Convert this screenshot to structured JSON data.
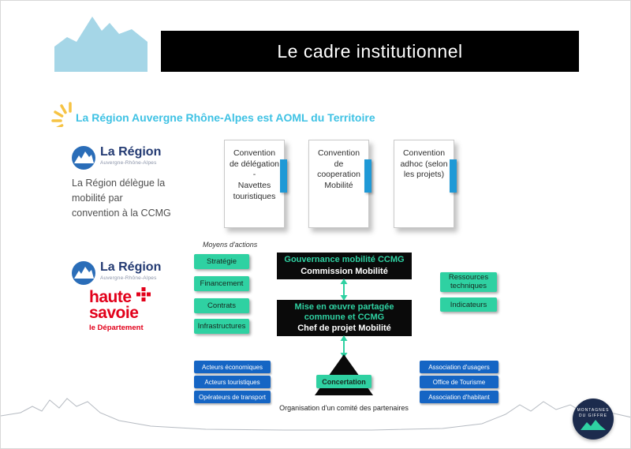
{
  "slide": {
    "title": "Le cadre institutionnel"
  },
  "region_logo": {
    "name": "La Région",
    "sub": "Auvergne-Rhône-Alpes"
  },
  "aoml": {
    "heading": "La Région Auvergne Rhône-Alpes est AOML du Territoire",
    "note": "La Région délègue la\nmobilité par\nconvention à la CCMG",
    "conventions": [
      "Convention\nde délégation\n-\nNavettes\ntouristiques",
      "Convention\nde\ncooperation\nMobilité",
      "Convention\nadhoc (selon\nles projets)"
    ]
  },
  "governance": {
    "moyens_label": "Moyens d'actions",
    "moyens": [
      "Stratégie",
      "Financement",
      "Contrats",
      "Infrastructures"
    ],
    "haute_savoie": {
      "line1": "haute",
      "line2": "savoie",
      "line3": "le Département"
    },
    "box1": {
      "title": "Gouvernance mobilité CCMG",
      "subtitle": "Commission Mobilité"
    },
    "box2": {
      "title": "Mise en œuvre partagée\ncommune et CCMG",
      "subtitle": "Chef de projet Mobilité"
    },
    "resources": [
      "Ressources\ntechniques",
      "Indicateurs"
    ]
  },
  "partners": {
    "left": [
      "Acteurs économiques",
      "Acteurs touristiques",
      "Opérateurs de transport"
    ],
    "right": [
      "Association d'usagers",
      "Office de Tourisme",
      "Association d'habitant"
    ],
    "concertation": "Concertation",
    "caption": "Organisation d'un comité des partenaires"
  },
  "footer_logo": {
    "line1": "MONTAGNES",
    "line2": "DU GIFFRE"
  },
  "colors": {
    "accent_mint": "#2fd1a2",
    "accent_blue": "#1565c4",
    "heading_cyan": "#3fc2e4",
    "bar_blue": "#1f99d6",
    "savoie_red": "#e2001a",
    "banner_black": "#000000",
    "corner_light_blue": "#a5d6e7",
    "logo_navy": "#1c2b4d",
    "sun_yellow": "#f6c344"
  }
}
